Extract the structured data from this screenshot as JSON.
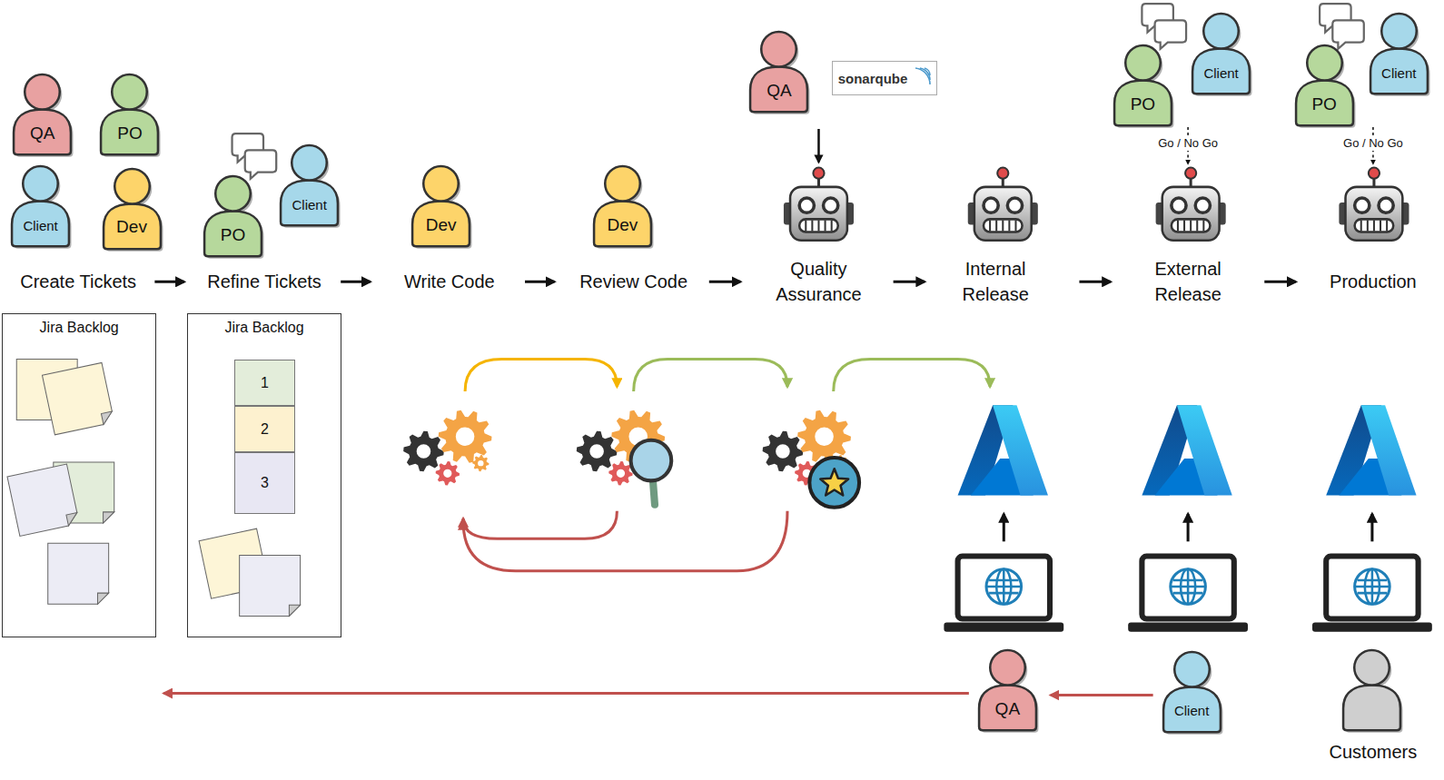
{
  "diagram": {
    "nodes": [
      {
        "text": [
          "QA"
        ]
      },
      {
        "text": [
          "PO"
        ]
      },
      {
        "text": [
          "Client"
        ]
      },
      {
        "text": [
          "Dev"
        ]
      },
      {
        "text": [
          "PO"
        ]
      },
      {
        "text": [
          "Client"
        ]
      },
      {
        "text": [
          "Dev"
        ]
      },
      {
        "text": [
          "Dev"
        ]
      },
      {
        "text": [
          "QA"
        ]
      },
      {
        "text": [
          "sonarqube"
        ]
      },
      {
        "text": [
          "PO"
        ]
      },
      {
        "text": [
          "Client"
        ]
      },
      {
        "text": [
          "PO"
        ]
      },
      {
        "text": [
          "Client"
        ]
      },
      {
        "text": [
          "Jira Backlog"
        ]
      },
      {
        "text": [
          "Jira Backlog"
        ]
      },
      {
        "text": [
          "1"
        ],
        "in": 15
      },
      {
        "text": [
          "2"
        ],
        "in": 15
      },
      {
        "text": [
          "3"
        ],
        "in": 15
      },
      {
        "text": [
          "QA"
        ]
      },
      {
        "text": [
          "Client"
        ]
      },
      {
        "text": [
          "Customers"
        ]
      }
    ],
    "edges": [
      {
        "from": 20,
        "to": 19,
        "arrow": "to"
      },
      {
        "from": 19,
        "to": 14,
        "arrow": "to"
      }
    ],
    "labels": [
      "Create Tickets",
      "Refine Tickets",
      "Write Code",
      "Review Code",
      "Quality Assurance",
      "Internal Release",
      "External Release",
      "Production",
      "Go / No Go",
      "Go / No Go"
    ]
  }
}
